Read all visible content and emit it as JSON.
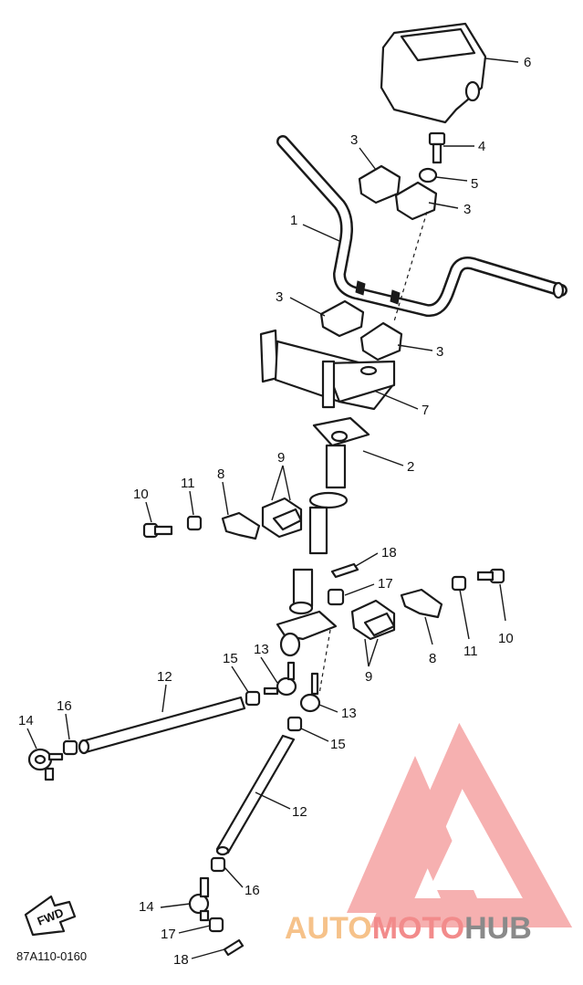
{
  "diagram": {
    "drawing_code": "87A110-0160",
    "direction_badge": "FWD",
    "callouts": [
      {
        "id": "c6a",
        "label": "6"
      },
      {
        "id": "c4a",
        "label": "4"
      },
      {
        "id": "c5a",
        "label": "5"
      },
      {
        "id": "c3a",
        "label": "3"
      },
      {
        "id": "c3b",
        "label": "3"
      },
      {
        "id": "c1a",
        "label": "1"
      },
      {
        "id": "c3c",
        "label": "3"
      },
      {
        "id": "c3d",
        "label": "3"
      },
      {
        "id": "c7a",
        "label": "7"
      },
      {
        "id": "c2a",
        "label": "2"
      },
      {
        "id": "c9a",
        "label": "9"
      },
      {
        "id": "c10a",
        "label": "10"
      },
      {
        "id": "c11a",
        "label": "11"
      },
      {
        "id": "c8a",
        "label": "8"
      },
      {
        "id": "c18a",
        "label": "18"
      },
      {
        "id": "c17a",
        "label": "17"
      },
      {
        "id": "c10b",
        "label": "10"
      },
      {
        "id": "c11b",
        "label": "11"
      },
      {
        "id": "c8b",
        "label": "8"
      },
      {
        "id": "c9b",
        "label": "9"
      },
      {
        "id": "c15a",
        "label": "15"
      },
      {
        "id": "c13a",
        "label": "13"
      },
      {
        "id": "c12a",
        "label": "12"
      },
      {
        "id": "c14a",
        "label": "14"
      },
      {
        "id": "c16a",
        "label": "16"
      },
      {
        "id": "c13b",
        "label": "13"
      },
      {
        "id": "c15b",
        "label": "15"
      },
      {
        "id": "c12b",
        "label": "12"
      },
      {
        "id": "c16b",
        "label": "16"
      },
      {
        "id": "c14b",
        "label": "14"
      },
      {
        "id": "c17b",
        "label": "17"
      },
      {
        "id": "c18b",
        "label": "18"
      }
    ]
  },
  "watermark": {
    "word_part1": "AUTO",
    "word_part2": "MOTO",
    "word_part3": "HUB",
    "colors": {
      "auto": "#f6c28a",
      "moto": "#f28b8b",
      "hub": "#8a8a8a",
      "logo": "#f5a3a3"
    }
  }
}
